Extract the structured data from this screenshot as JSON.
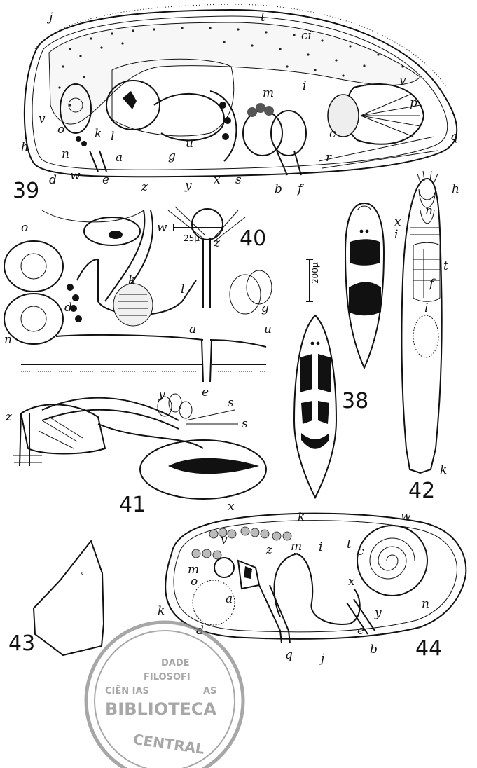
{
  "plate": {
    "figures": [
      {
        "number": "38",
        "labels": []
      },
      {
        "number": "39",
        "labels": [
          "j",
          "t",
          "ci",
          "m",
          "i",
          "v",
          "p",
          "c",
          "q",
          "r",
          "f",
          "b",
          "s",
          "x",
          "y",
          "z",
          "e",
          "a",
          "w",
          "d",
          "h",
          "o",
          "n",
          "k",
          "l",
          "g",
          "u",
          "v"
        ]
      },
      {
        "number": "40",
        "labels": [
          "o",
          "w",
          "z",
          "d",
          "k",
          "l",
          "g",
          "n",
          "a",
          "u",
          "e"
        ]
      },
      {
        "number": "41",
        "labels": [
          "z",
          "y",
          "s",
          "s",
          "x"
        ]
      },
      {
        "number": "42",
        "labels": [
          "h",
          "x",
          "i",
          "n",
          "t",
          "f",
          "i",
          "k"
        ]
      },
      {
        "number": "43",
        "labels": []
      },
      {
        "number": "44",
        "labels": [
          "k",
          "w",
          "v",
          "t",
          "c",
          "z",
          "m",
          "i",
          "m",
          "o",
          "a",
          "x",
          "n",
          "y",
          "k",
          "d",
          "q",
          "j",
          "b",
          "e"
        ]
      }
    ],
    "scale_bars": {
      "fig40": "25µ",
      "fig38": "200µ"
    },
    "stamp": {
      "lines": [
        "DADE",
        "FILOSOFI",
        "CIÊN IAS",
        "AS",
        "BIBLIOTECA",
        "CENTRAL"
      ],
      "color": "#8a8a8a"
    }
  }
}
